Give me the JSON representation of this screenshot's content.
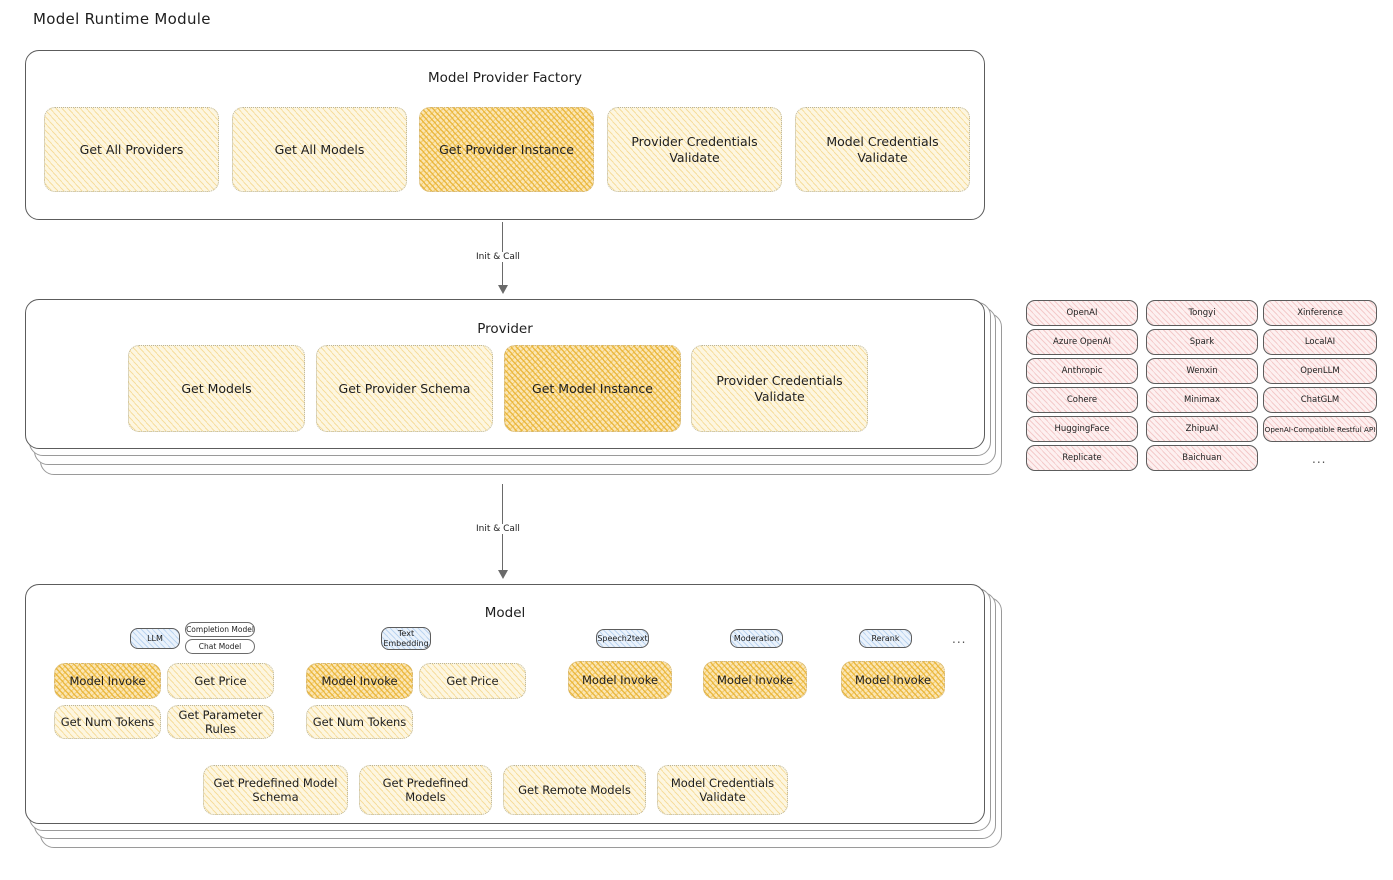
{
  "page": {
    "title": "Model Runtime Module"
  },
  "factory": {
    "label": "Model Provider Factory",
    "boxes": [
      {
        "label": "Get All Providers",
        "highlight": false
      },
      {
        "label": "Get All Models",
        "highlight": false
      },
      {
        "label": "Get Provider Instance",
        "highlight": true
      },
      {
        "label": "Provider Credentials Validate",
        "highlight": false
      },
      {
        "label": "Model Credentials Validate",
        "highlight": false
      }
    ]
  },
  "arrows": [
    {
      "label": "Init & Call"
    },
    {
      "label": "Init & Call"
    }
  ],
  "provider": {
    "label": "Provider",
    "boxes": [
      {
        "label": "Get Models",
        "highlight": false
      },
      {
        "label": "Get Provider Schema",
        "highlight": false
      },
      {
        "label": "Get Model Instance",
        "highlight": true
      },
      {
        "label": "Provider Credentials Validate",
        "highlight": false
      }
    ]
  },
  "provider_list": {
    "columns": [
      {
        "items": [
          "OpenAI",
          "Azure OpenAI",
          "Anthropic",
          "Cohere",
          "HuggingFace",
          "Replicate"
        ]
      },
      {
        "items": [
          "Tongyi",
          "Spark",
          "Wenxin",
          "Minimax",
          "ZhipuAI",
          "Baichuan"
        ]
      },
      {
        "items": [
          "Xinference",
          "LocalAI",
          "OpenLLM",
          "ChatGLM",
          "OpenAI-Compatible Restful API"
        ]
      }
    ],
    "more": "..."
  },
  "model": {
    "label": "Model",
    "more": "...",
    "types": [
      {
        "badge": "LLM",
        "sub_badges": [
          "Completion Model",
          "Chat Model"
        ],
        "boxes": [
          {
            "label": "Model Invoke",
            "highlight": true
          },
          {
            "label": "Get Price",
            "highlight": false
          },
          {
            "label": "Get Num Tokens",
            "highlight": false
          },
          {
            "label": "Get Parameter Rules",
            "highlight": false
          }
        ]
      },
      {
        "badge": "Text Embedding",
        "sub_badges": [],
        "boxes": [
          {
            "label": "Model Invoke",
            "highlight": true
          },
          {
            "label": "Get Price",
            "highlight": false
          },
          {
            "label": "Get Num Tokens",
            "highlight": false
          }
        ]
      },
      {
        "badge": "Speech2text",
        "sub_badges": [],
        "boxes": [
          {
            "label": "Model Invoke",
            "highlight": true
          }
        ]
      },
      {
        "badge": "Moderation",
        "sub_badges": [],
        "boxes": [
          {
            "label": "Model Invoke",
            "highlight": true
          }
        ]
      },
      {
        "badge": "Rerank",
        "sub_badges": [],
        "boxes": [
          {
            "label": "Model Invoke",
            "highlight": true
          }
        ]
      }
    ],
    "common_boxes": [
      {
        "label": "Get Predefined Model Schema"
      },
      {
        "label": "Get Predefined Models"
      },
      {
        "label": "Get Remote Models"
      },
      {
        "label": "Model Credentials Validate"
      }
    ]
  },
  "colors": {
    "box_fill": "#fdf6e0",
    "box_fill_strong": "#fbe6b4",
    "provider_chip_fill": "#fdf0f0",
    "badge_fill": "#eaf2fb",
    "stroke": "#5c5c5c",
    "text": "#1e1e1e"
  }
}
